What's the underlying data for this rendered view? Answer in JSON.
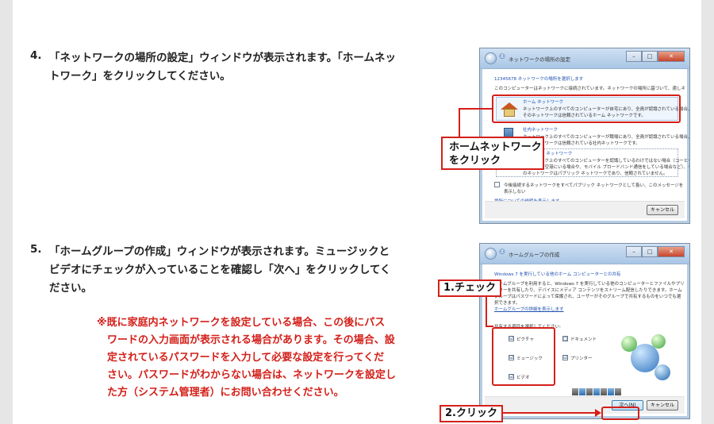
{
  "steps": [
    {
      "number": "4.",
      "text": "「ネットワークの場所の設定」ウィンドウが表示されます。「ホームネットワーク」をクリックしてください。"
    },
    {
      "number": "5.",
      "text": "「ホームグループの作成」ウィンドウが表示されます。ミュージックとビデオにチェックが入っていることを確認し「次へ」をクリックしてください。"
    }
  ],
  "note": {
    "lines": [
      "※既に家庭内ネットワークを設定している場合、この後にパス",
      "ワードの入力画面が表示される場合があります。その場合、設",
      "定されているパスワードを入力して必要な設定を行ってくだ",
      "さい。パスワードがわからない場合は、ネットワークを設定し",
      "た方（システム管理者）にお問い合わせください。"
    ]
  },
  "screenshot1": {
    "title": "ネットワークの場所の設定",
    "heading": "12345678 ネットワークの場所を選択します",
    "intro": "このコンピューターはネットワークに接続されています。ネットワークの場所に基づいて、適しネットワーク",
    "options": [
      {
        "name": "ホーム ネットワーク",
        "desc1": "ネットワーク上のすべてのコンピューターが自宅にあり、全員が認識されている場合、",
        "desc2": "そのネットワークは信頼されているホーム ネットワークです。"
      },
      {
        "name": "社内ネットワーク",
        "desc1": "ネットワーク上のすべてのコンピューターが職場にあり、全員が認識されている場合、",
        "desc2": "そのネットワークは信頼されている社内ネットワークです。"
      },
      {
        "name": "パブリック ネットワーク",
        "desc1": "ネットワーク上のすべてのコンピューターを認識しているわけではない場合（コーヒー",
        "desc2": "ショップや空港にいる場合や、モバイル ブロードバンド通信をしている場合など）、そ",
        "desc3": "のネットワークはパブリック ネットワークであり、信頼されていません。"
      }
    ],
    "checkbox_line1": "今後接続するネットワークをすべてパブリック ネットワークとして扱い、このメッセージを二度と",
    "checkbox_line2": "表示しない",
    "help_link": "場所についての説明を表示します",
    "cancel": "キャンセル",
    "callout": [
      "ホームネットワーク",
      "をクリック"
    ]
  },
  "screenshot2": {
    "title": "ホームグループの作成",
    "heading": "Windows 7 を実行している他のホーム コンピューターとの共有",
    "desc": [
      "ホームグループを利用すると、Windows 7 を実行している他のコンピューターとファイルやプリ",
      "ンターを共有したり、デバイスにメディア コンテンツをストリーム配信したりできます。ホーム",
      "グループはパスワードによって保護され、ユーザーがそのグループで共有するものをいつでも選",
      "択できます。"
    ],
    "link": "ホームグループの詳細を表示します",
    "share_label": "共有する項目を選択してください:",
    "items": [
      {
        "label": "ピクチャ",
        "checked": "☑"
      },
      {
        "label": "ドキュメント",
        "checked": "□"
      },
      {
        "label": "ミュージック",
        "checked": "☑"
      },
      {
        "label": "プリンター",
        "checked": "☑"
      },
      {
        "label": "ビデオ",
        "checked": "☑"
      }
    ],
    "next": "次へ(N)",
    "cancel": "キャンセル",
    "callout_check": "1.チェック",
    "callout_click": "2.クリック"
  }
}
